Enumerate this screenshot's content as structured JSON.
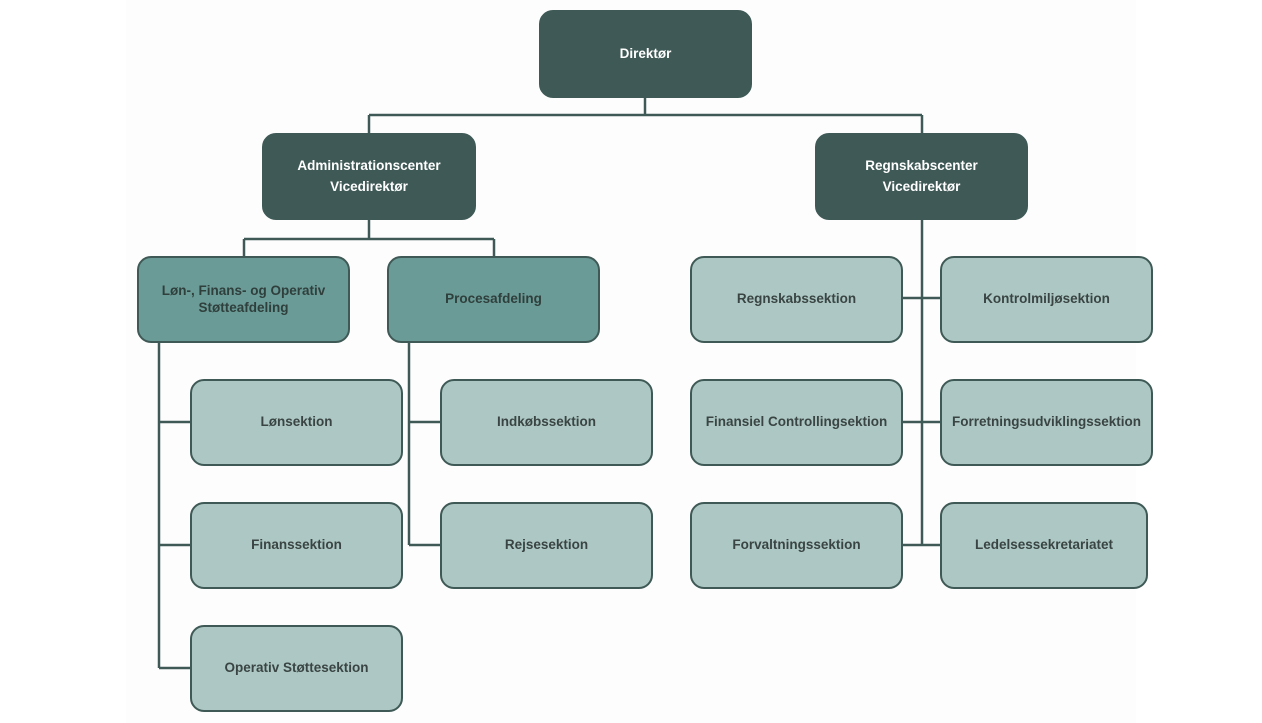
{
  "director": "Direktør",
  "admin": {
    "name": "Administrationscenter",
    "role": "Vicedirektør"
  },
  "accounting": {
    "name": "Regnskabscenter",
    "role": "Vicedirektør"
  },
  "lfo": {
    "line1": "Løn-, Finans- og Operativ",
    "line2": "Støtteafdeling"
  },
  "proces": "Procesafdeling",
  "lfo_sections": [
    "Lønsektion",
    "Finanssektion",
    "Operativ Støttesektion"
  ],
  "proces_sections": [
    "Indkøbssektion",
    "Rejsesektion"
  ],
  "acc_left": [
    "Regnskabssektion",
    "Finansiel Controllingsektion",
    "Forvaltningssektion"
  ],
  "acc_right": [
    "Kontrolmiljøsektion",
    "Forretningsudviklingssektion",
    "Ledelsessekretariatet"
  ],
  "colors": {
    "dark": "#3f5a56",
    "mid": "#6b9b97",
    "light": "#adc8c4",
    "line": "#3f5a56"
  }
}
